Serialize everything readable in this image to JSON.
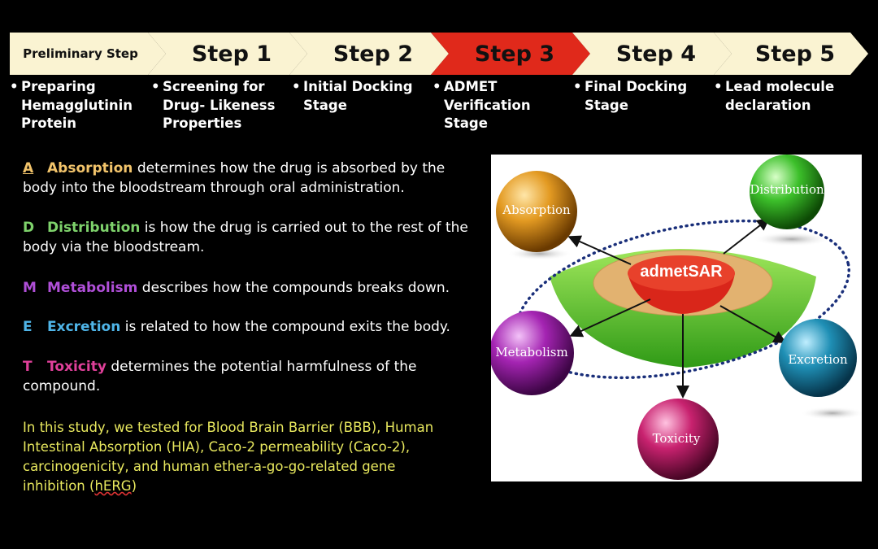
{
  "steps": [
    {
      "label": "Preliminary Step",
      "desc": "Preparing\nHemagglutinin\nProtein"
    },
    {
      "label": "Step 1",
      "desc": "Screening for\nDrug- Likeness\nProperties"
    },
    {
      "label": "Step 2",
      "desc": "Initial Docking\nStage"
    },
    {
      "label": "Step 3",
      "desc": "ADMET\nVerification\nStage",
      "active": true
    },
    {
      "label": "Step 4",
      "desc": "Final Docking\nStage"
    },
    {
      "label": "Step 5",
      "desc": "Lead molecule\ndeclaration"
    }
  ],
  "admet": [
    {
      "letter": "A",
      "term": "Absorption",
      "rest": " determines how the drug is absorbed by the body into the bloodstream through oral administration.",
      "color": "#f2c46b"
    },
    {
      "letter": "D",
      "term": "Distribution",
      "rest": " is how the drug is carried out to the rest of the body via the bloodstream.",
      "color": "#7ed26b"
    },
    {
      "letter": "M",
      "term": "Metabolism",
      "rest": " describes how the compounds breaks down.",
      "color": "#b04fd8"
    },
    {
      "letter": "E",
      "term": "Excretion",
      "rest": " is related to how the compound exits the body.",
      "color": "#4fb5e8"
    },
    {
      "letter": "T",
      "term": "Toxicity",
      "rest": " determines the potential harmfulness of the compound.",
      "color": "#e0409a"
    }
  ],
  "study": {
    "text_before": "In this study, we tested for Blood Brain Barrier (BBB), Human Intestinal Absorption (HIA), Caco-2 permeability (Caco-2), carcinogenicity, and human ether-a-go-go-related gene inhibition (",
    "herg": "hERG",
    "text_after": ")"
  },
  "diagram": {
    "center": "admetSAR",
    "spheres": [
      {
        "label": "Absorption",
        "color": "#d9921e"
      },
      {
        "label": "Distribution",
        "color": "#3fc02c"
      },
      {
        "label": "Metabolism",
        "color": "#a324b0"
      },
      {
        "label": "Excretion",
        "color": "#1f8fb5"
      },
      {
        "label": "Toxicity",
        "color": "#c8226f"
      }
    ]
  }
}
